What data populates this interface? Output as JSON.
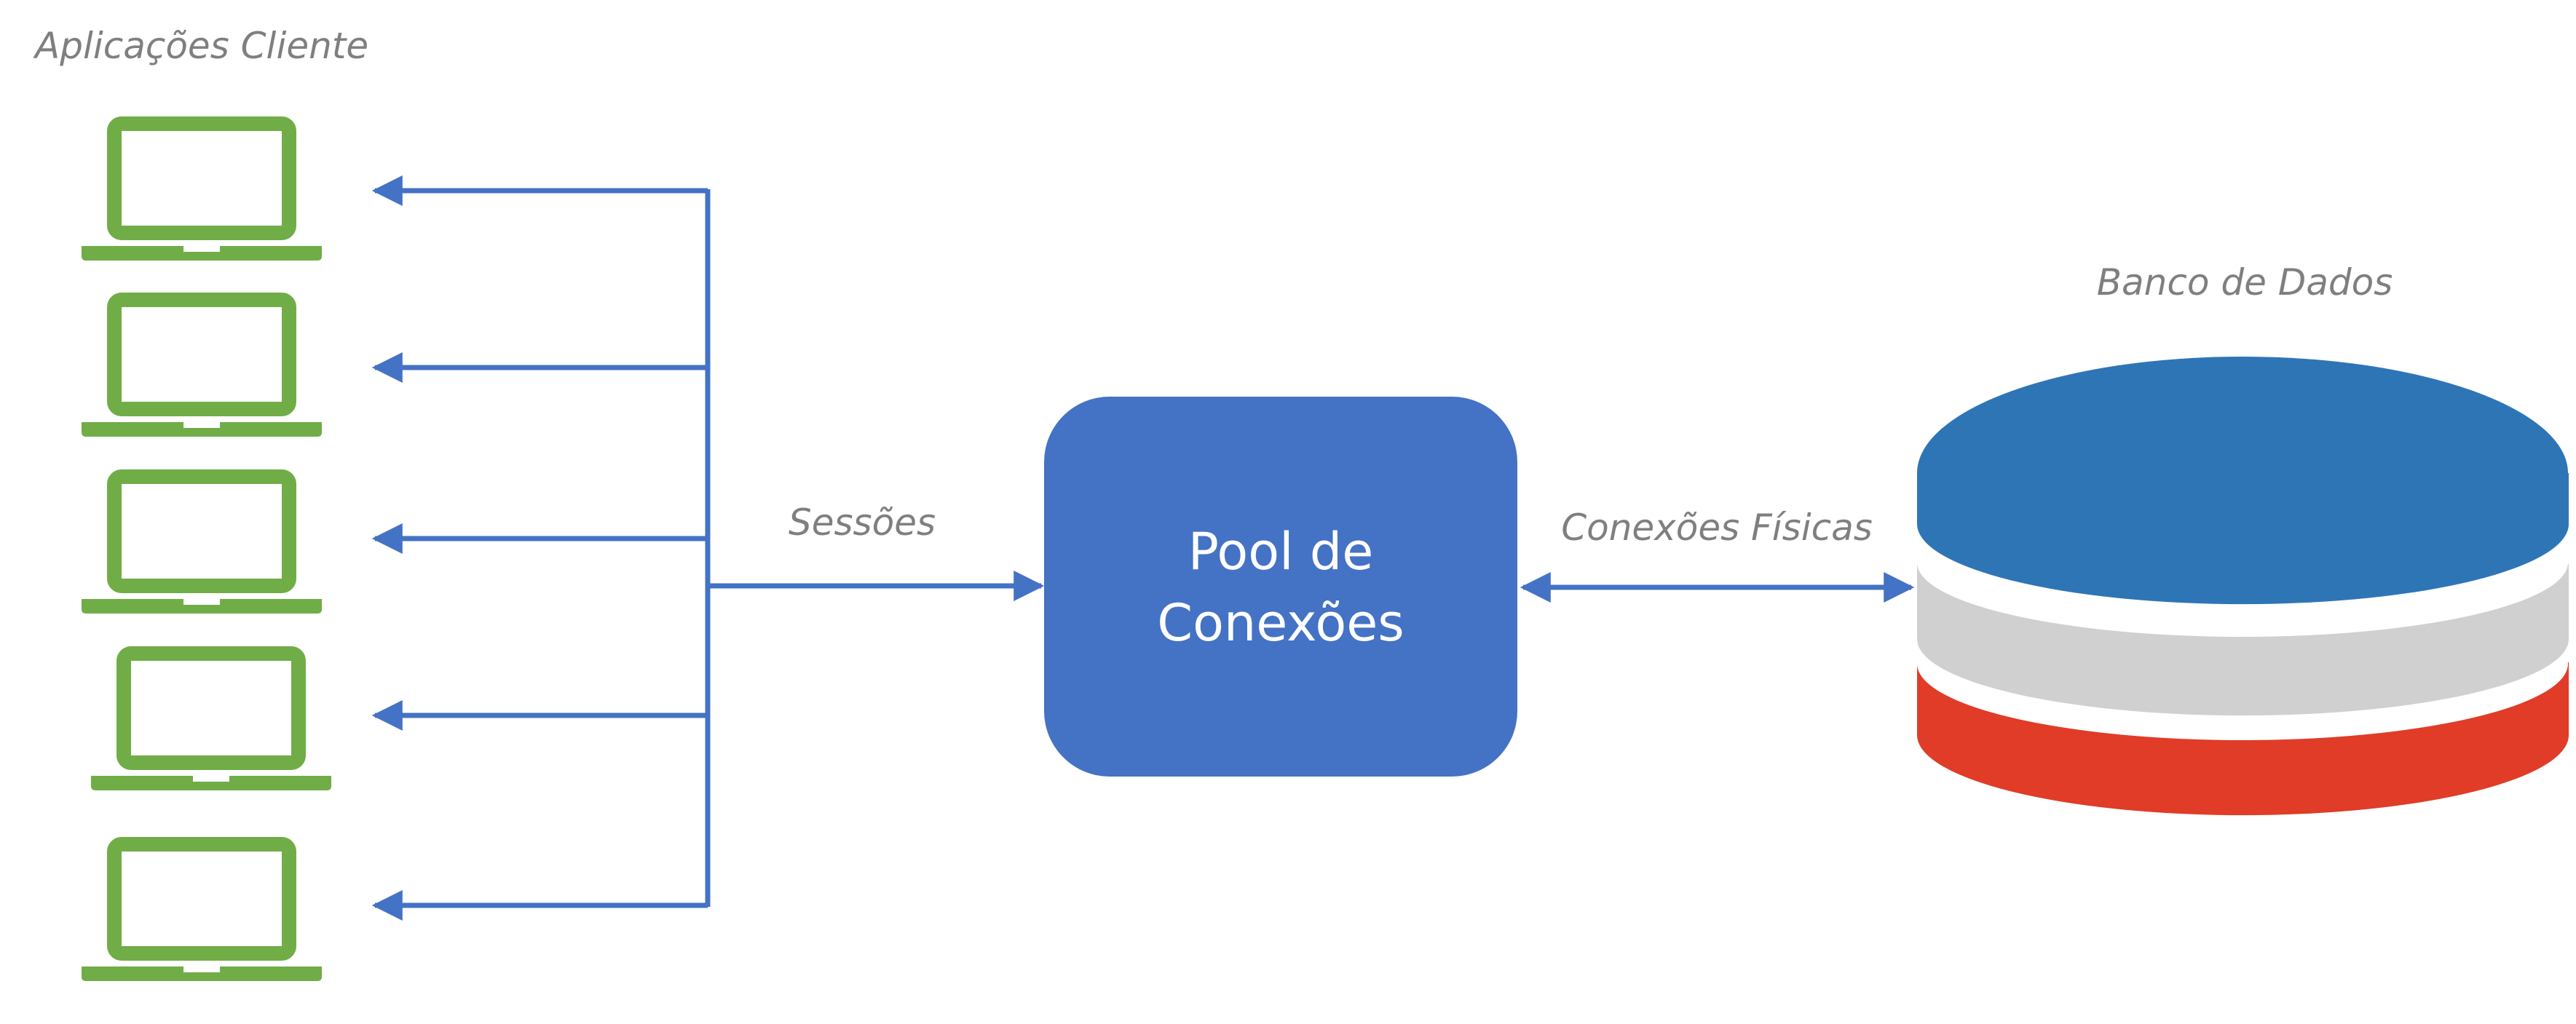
{
  "labels": {
    "clients_title": "Aplicações Cliente",
    "sessions": "Sessões",
    "pool_line1": "Pool de",
    "pool_line2": "Conexões",
    "physical_connections": "Conexões Físicas",
    "database_title": "Banco de Dados"
  },
  "nodes": {
    "clients": [
      {
        "icon": "laptop-icon"
      },
      {
        "icon": "laptop-icon"
      },
      {
        "icon": "laptop-icon"
      },
      {
        "icon": "laptop-icon"
      },
      {
        "icon": "laptop-icon"
      }
    ],
    "pool": {
      "icon": "rounded-rectangle"
    },
    "database": {
      "icon": "database-cylinder-icon"
    }
  },
  "colors": {
    "laptop": "#70ad47",
    "connector": "#4472c4",
    "pool_fill": "#4472c4",
    "db_top": "#2e75b6",
    "db_middle": "#d0d0d0",
    "db_bottom": "#e03c28",
    "caption_text": "#7f7f7f"
  }
}
